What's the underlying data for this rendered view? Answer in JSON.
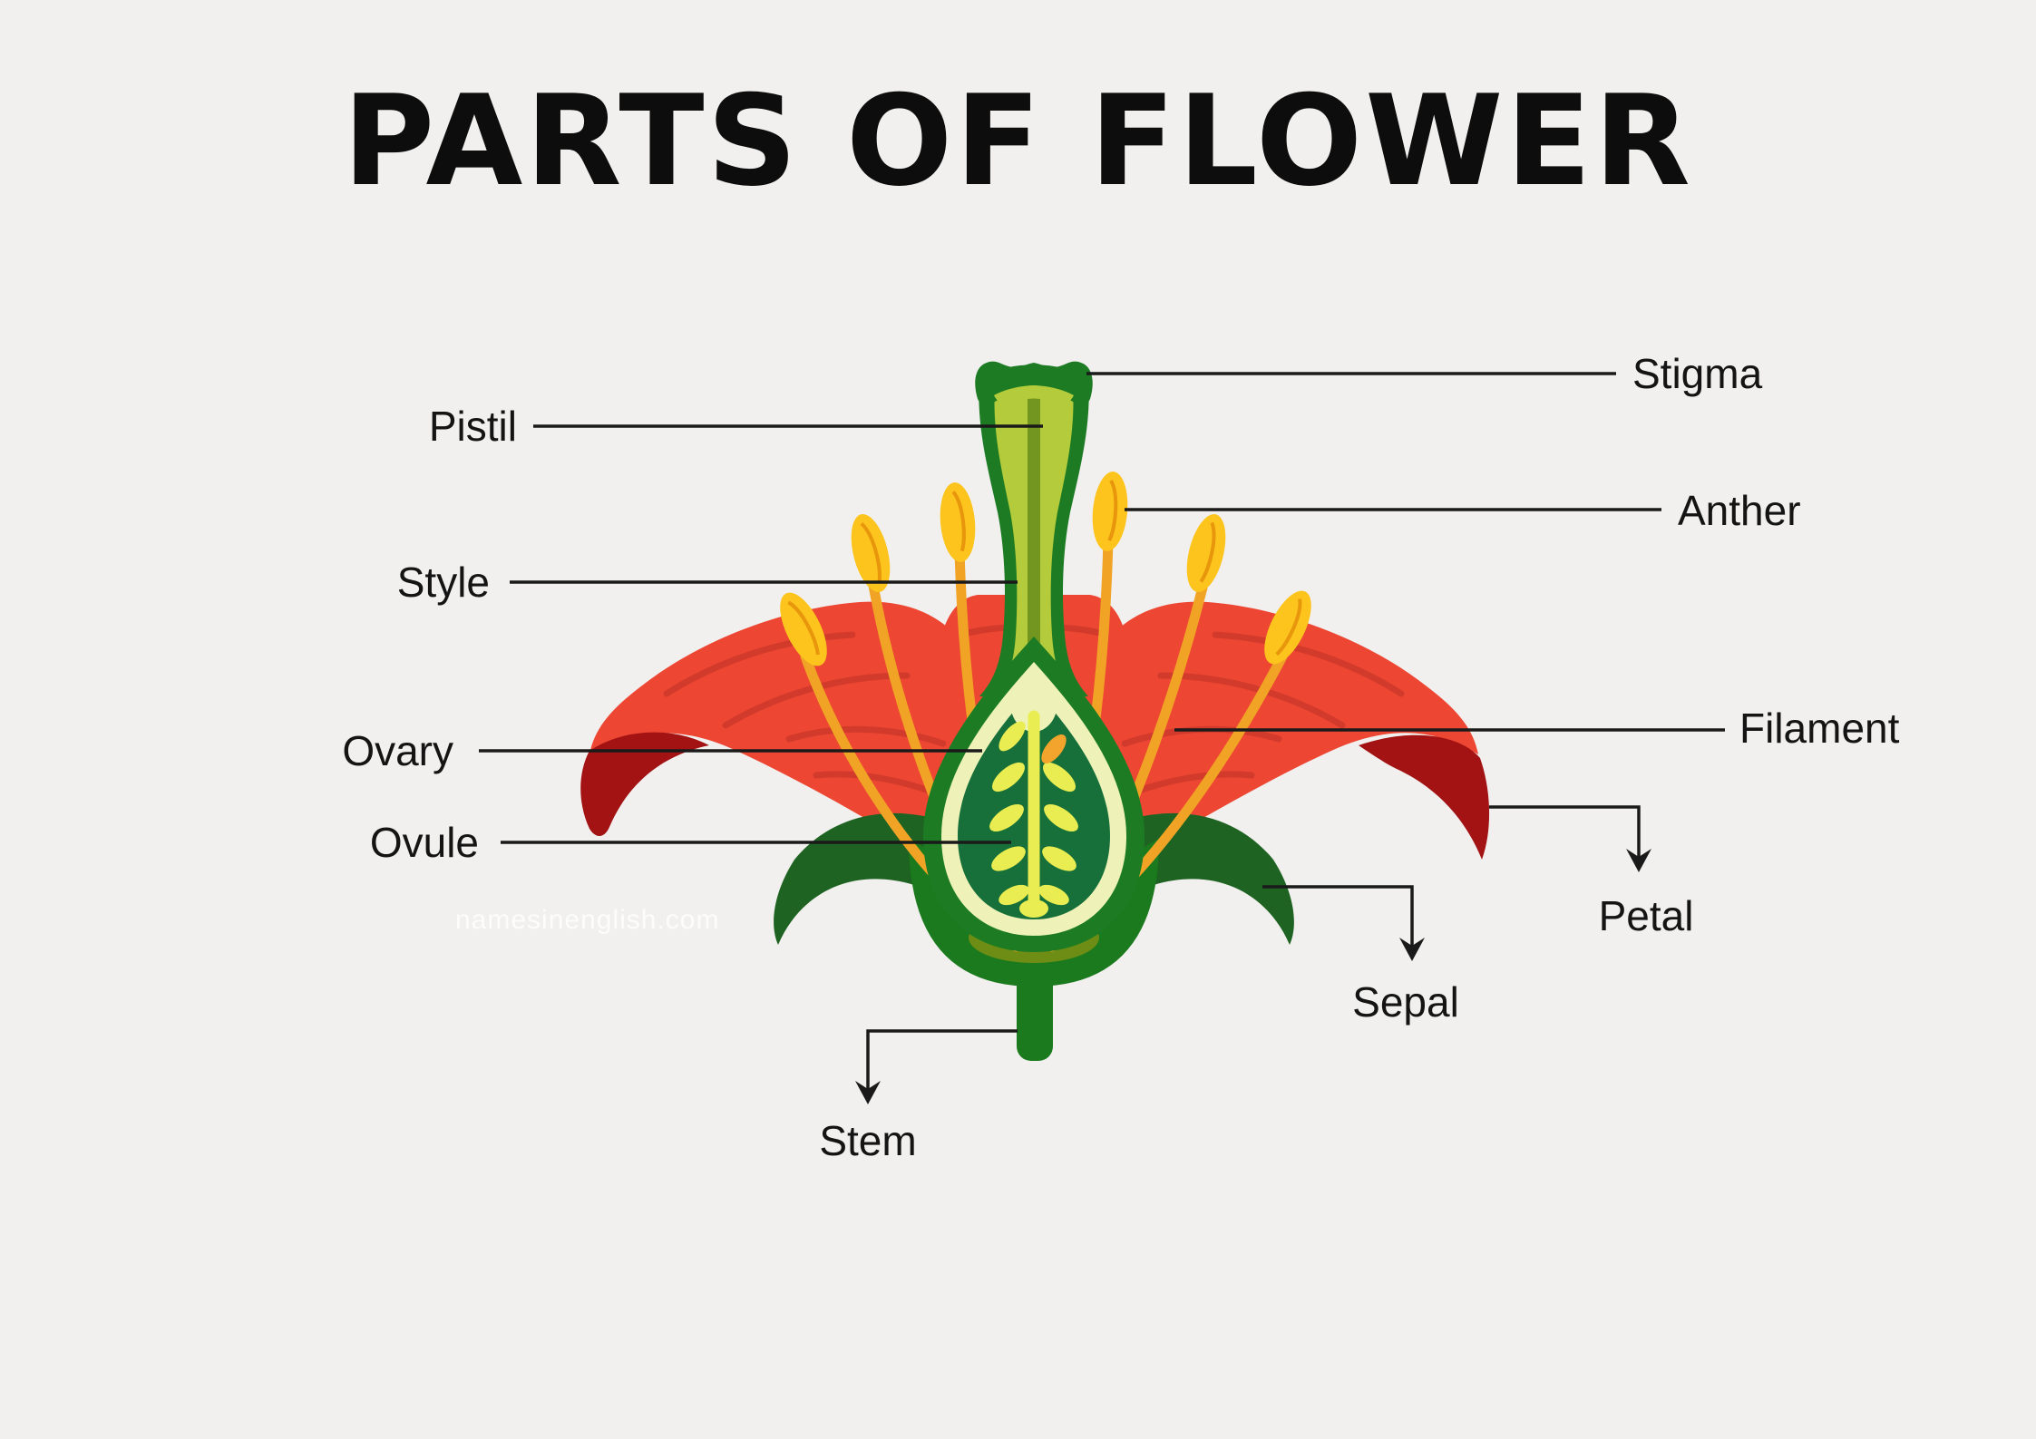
{
  "title": "PARTS OF FLOWER",
  "watermark": "namesinenglish.com",
  "labels": {
    "pistil": "Pistil",
    "style": "Style",
    "ovary": "Ovary",
    "ovule": "Ovule",
    "stigma": "Stigma",
    "anther": "Anther",
    "filament": "Filament",
    "petal": "Petal",
    "sepal": "Sepal",
    "stem": "Stem"
  },
  "colors": {
    "bg": "#f1f0ef",
    "line": "#1a1a1a",
    "petal_red": "#ed4733",
    "petal_shade": "#d23a2b",
    "petal_dark": "#a31313",
    "filament_orange": "#f1a325",
    "anther_yellow": "#fcc41d",
    "anther_crease": "#e8960c",
    "green_dark": "#1d7c23",
    "green_light": "#b4cb3b",
    "green_stripe": "#739620",
    "ovary_ring": "#eef2b8",
    "ovary_interior": "#17703a",
    "ovule_yellow": "#e9ed52",
    "ovule_orange": "#f2a42d",
    "sepal_green": "#1e6322",
    "stem_green": "#1b7a1e",
    "receptacle_olive": "#6e8d15"
  }
}
